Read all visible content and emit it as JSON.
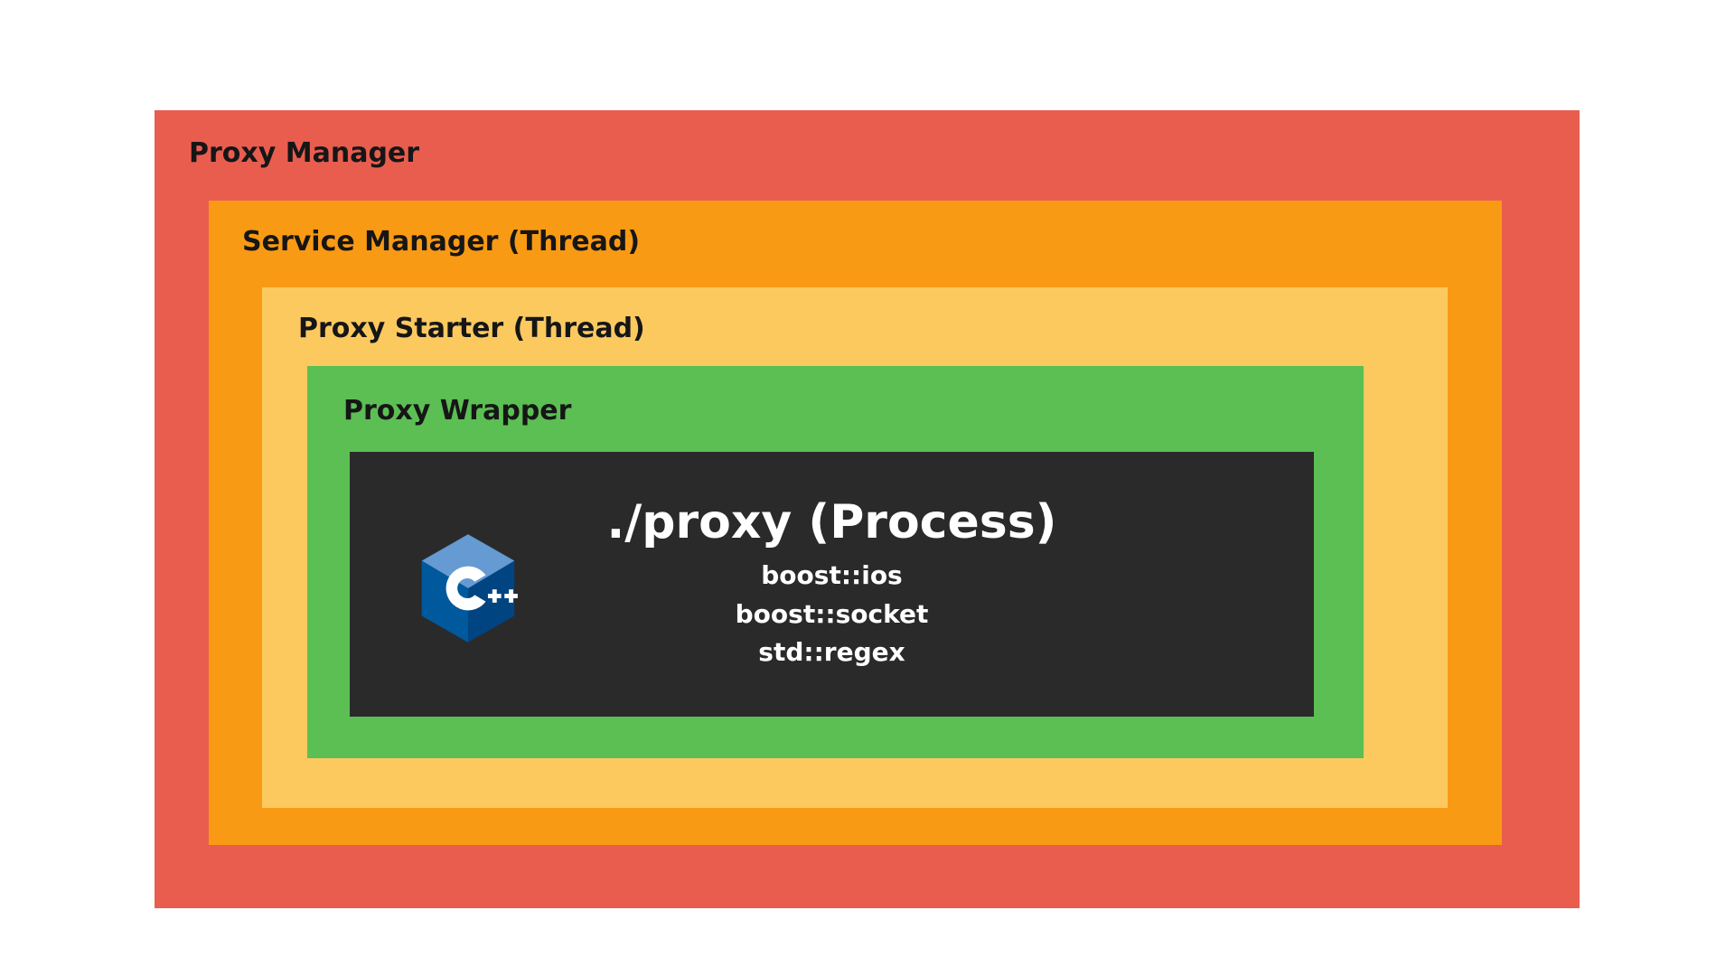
{
  "diagram": {
    "background": "#ffffff",
    "layers": [
      {
        "id": "proxy-manager",
        "label": "Proxy Manager",
        "color": "#e95d4f"
      },
      {
        "id": "service-manager",
        "label": "Service Manager (Thread)",
        "color": "#f99a14"
      },
      {
        "id": "proxy-starter",
        "label": "Proxy Starter (Thread)",
        "color": "#fcc95f"
      },
      {
        "id": "proxy-wrapper",
        "label": "Proxy Wrapper",
        "color": "#5bbf54"
      }
    ],
    "process": {
      "title": "./proxy (Process)",
      "color": "#2b2a2a",
      "icon": "cpp-logo-icon",
      "icon_colors": {
        "main": "#00599c",
        "light": "#659ad2",
        "mid": "#004482",
        "text": "#ffffff"
      },
      "libraries": [
        "boost::ios",
        "boost::socket",
        "std::regex"
      ]
    }
  }
}
